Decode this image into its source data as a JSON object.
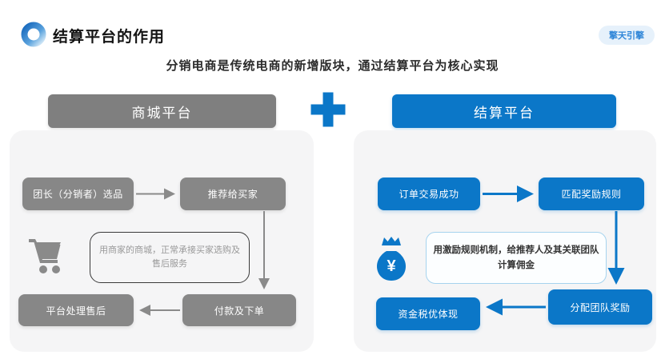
{
  "header": {
    "title": "结算平台的作用",
    "badge": "擎天引擎",
    "subtitle": "分销电商是传统电商的新增版块，通过结算平台为核心实现"
  },
  "left_panel": {
    "title": "商城平台",
    "boxes": {
      "top_left": "团长（分销者）选品",
      "top_right": "推荐给买家",
      "bottom_left": "平台处理售后",
      "bottom_right": "付款及下单"
    },
    "note": "用商家的商城，正常承接买家选购及售后服务"
  },
  "right_panel": {
    "title": "结算平台",
    "boxes": {
      "top_left": "订单交易成功",
      "top_right": "匹配奖励规则",
      "bottom_left": "资金税优体现",
      "bottom_right": "分配团队奖励"
    },
    "note": "用激励规则机制，给推荐人及其关联团队计算佣金"
  },
  "icons": {
    "logo": "ring-icon",
    "plus": "plus-icon",
    "cart": "shopping-cart-icon",
    "money_bag": "money-bag-icon",
    "yen_symbol": "¥"
  },
  "colors": {
    "accent_blue": "#0b77c8",
    "header_gray": "#7f7f7f",
    "node_gray": "#878787",
    "panel_bg": "#f5f5f6",
    "badge_bg": "#e6f1fb",
    "badge_text": "#2f86d8",
    "note_text_gray": "#999999",
    "note_border_dark": "#3a3a3a",
    "note_border_blue": "#a6d3ee"
  }
}
